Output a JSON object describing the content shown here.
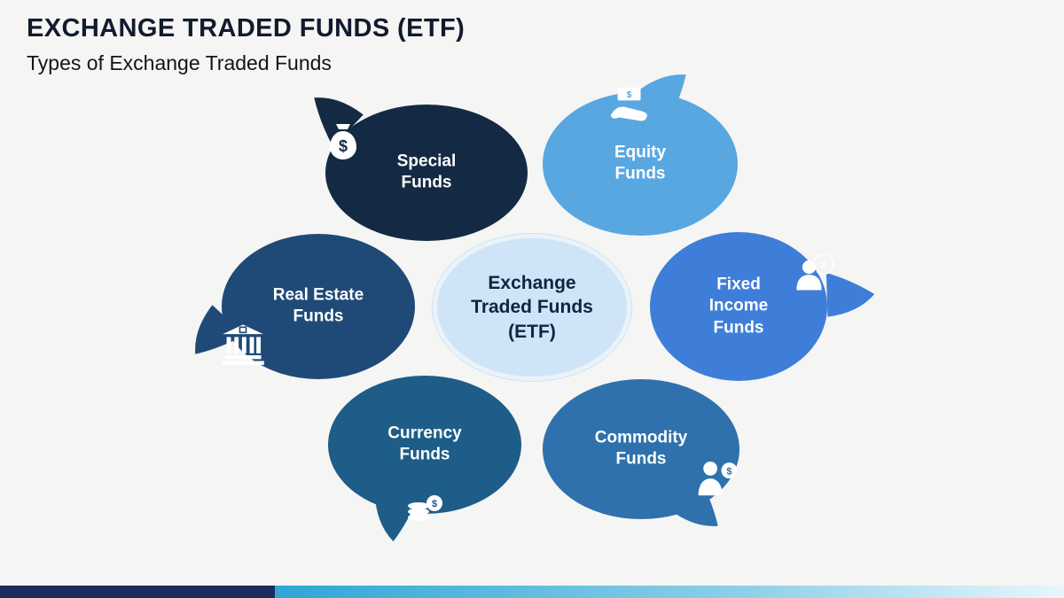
{
  "header": {
    "title": "EXCHANGE TRADED FUNDS (ETF)",
    "subtitle": "Types of Exchange Traded Funds"
  },
  "center_bubble": {
    "label": "Exchange Traded Funds (ETF)",
    "background": "#cfe4f6",
    "text_color": "#0f2540"
  },
  "bubbles": [
    {
      "id": "special-funds",
      "label": "Special Funds",
      "icon": "money-bag-icon",
      "color": "#142a44"
    },
    {
      "id": "equity-funds",
      "label": "Equity Funds",
      "icon": "hand-money-icon",
      "color": "#58a7e0"
    },
    {
      "id": "fixed-income-funds",
      "label": "Fixed Income Funds",
      "icon": "person-badge-icon",
      "color": "#3f7ed8"
    },
    {
      "id": "real-estate-funds",
      "label": "Real Estate Funds",
      "icon": "bank-icon",
      "color": "#1f4a78"
    },
    {
      "id": "currency-funds",
      "label": "Currency Funds",
      "icon": "coins-icon",
      "color": "#1d5d88"
    },
    {
      "id": "commodity-funds",
      "label": "Commodity Funds",
      "icon": "person-coin-icon",
      "color": "#2e71ac"
    }
  ],
  "footer": {
    "left_color": "#1b2d5f",
    "gradient": "linear-gradient(90deg, #2ea6d6 0%, #8fd0e8 60%, #e8f6fb 100%)"
  }
}
